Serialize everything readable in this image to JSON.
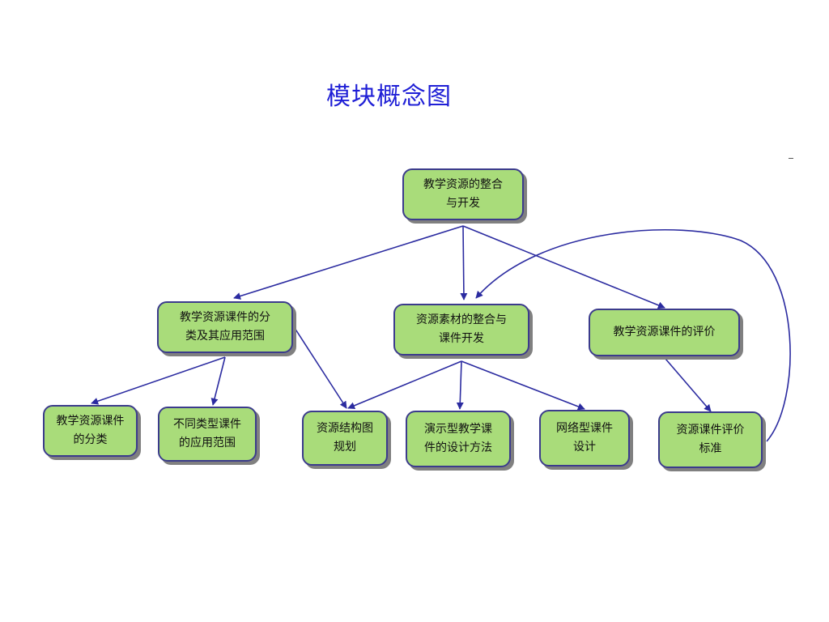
{
  "title": "模块概念图",
  "nodes": {
    "root": "教学资源的整合\n与开发",
    "classify": "教学资源课件的分\n类及其应用范围",
    "material": "资源素材的整合与\n课件开发",
    "evaluate": "教学资源课件的评价",
    "kinds": "教学资源课件\n的分类",
    "scope": "不同类型课件\n的应用范围",
    "structure": "资源结构图\n规划",
    "demo": "演示型教学课\n件的设计方法",
    "network": "网络型课件\n设计",
    "standard": "资源课件评价\n标准"
  },
  "colors": {
    "node_fill": "#a9dc7a",
    "node_border": "#3b3b8c",
    "edge": "#2b2ba0",
    "title": "#1f1fd6"
  }
}
